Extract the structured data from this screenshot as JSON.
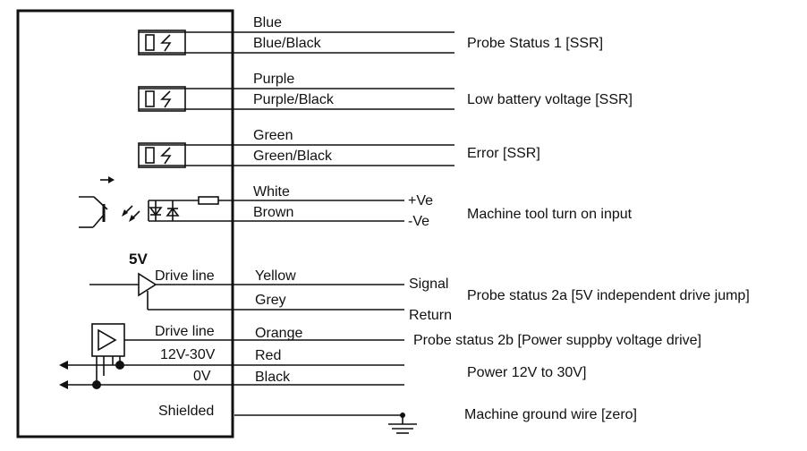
{
  "ssr_channels": [
    {
      "wire_top": "Blue",
      "wire_bottom": "Blue/Black",
      "function": "Probe Status 1 [SSR]"
    },
    {
      "wire_top": "Purple",
      "wire_bottom": "Purple/Black",
      "function": "Low battery voltage [SSR]"
    },
    {
      "wire_top": "Green",
      "wire_bottom": "Green/Black",
      "function": "Error [SSR]"
    }
  ],
  "machine_input": {
    "wire_top": "White",
    "wire_bottom": "Brown",
    "terminal_top": "+Ve",
    "terminal_bottom": "-Ve",
    "function": "Machine tool turn on input"
  },
  "probe_2a": {
    "supply_label": "5V",
    "drive_label": "Drive line",
    "wire_top": "Yellow",
    "wire_bottom": "Grey",
    "terminal_top": "Signal",
    "terminal_bottom": "Return",
    "function": "Probe status 2a [5V independent drive jump]"
  },
  "probe_2b": {
    "drive_label": "Drive line",
    "wire": "Orange",
    "function": "Probe status 2b [Power suppby voltage drive]"
  },
  "power": {
    "label_pos": "12V-30V",
    "label_neg": "0V",
    "wire_pos": "Red",
    "wire_neg": "Black",
    "function": "Power 12V to 30V]"
  },
  "ground": {
    "label": "Shielded",
    "function": "Machine ground wire [zero]"
  }
}
